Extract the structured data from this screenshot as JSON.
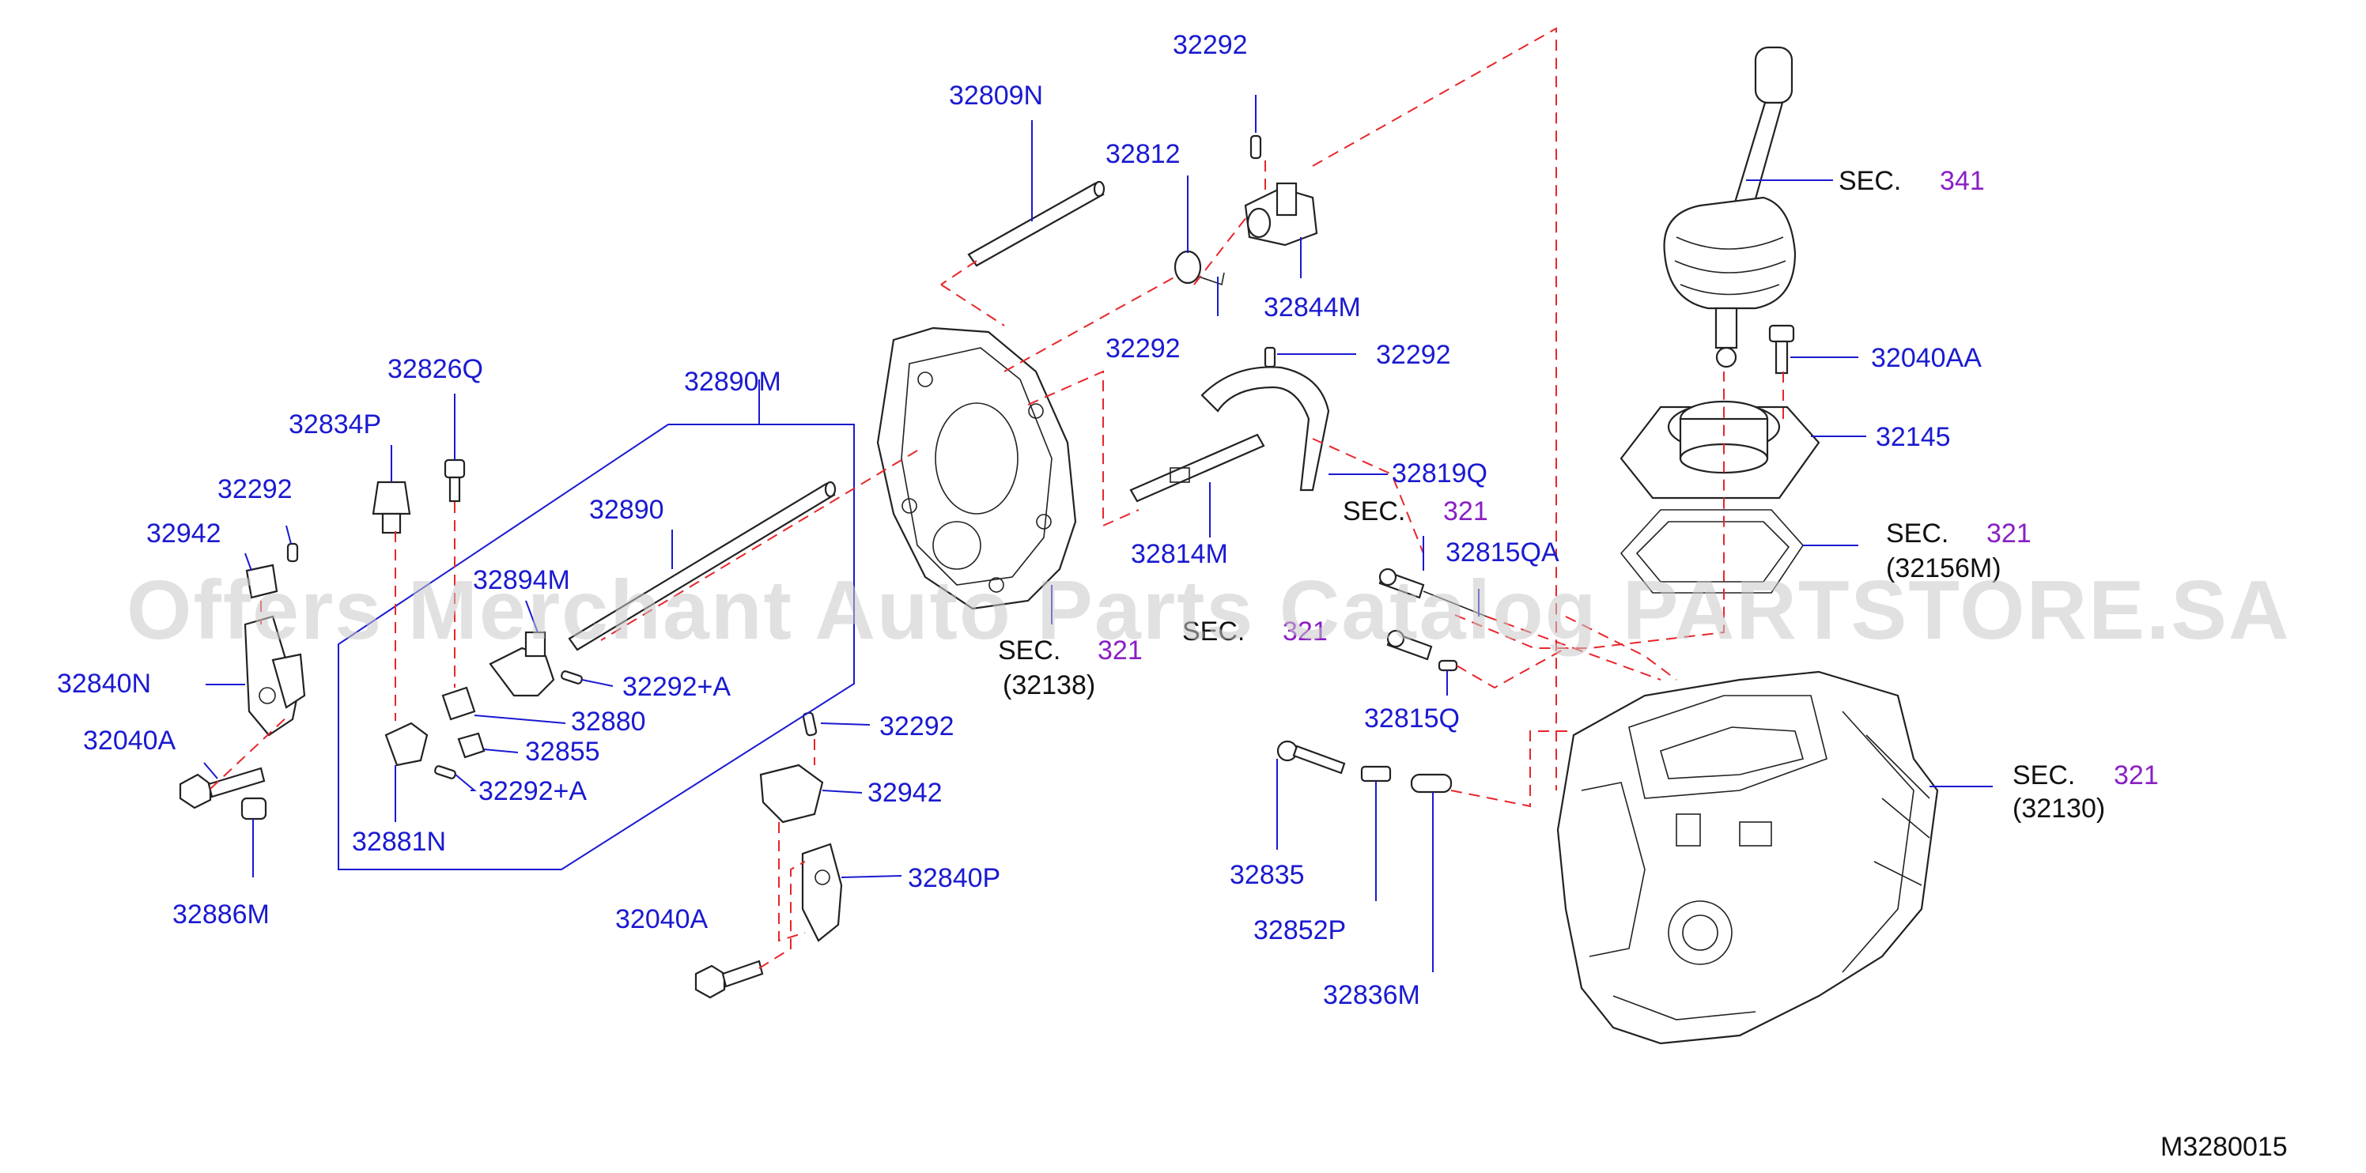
{
  "watermark": "Offers Merchant Auto Parts Catalog PARTSTORE.SA",
  "diagram_code": "M3280015",
  "callouts": {
    "c32809N": "32809N",
    "c32292_top": "32292",
    "c32812": "32812",
    "c32844M": "32844M",
    "c32292_mid": "32292",
    "c32292_fork": "32292",
    "c32890M": "32890M",
    "c32826Q": "32826Q",
    "c32834P": "32834P",
    "c32292_left": "32292",
    "c32942_left": "32942",
    "c32890": "32890",
    "c32894M": "32894M",
    "c32292A_1": "32292+A",
    "c32880": "32880",
    "c32855": "32855",
    "c32292A_2": "32292+A",
    "c32881N": "32881N",
    "c32840N": "32840N",
    "c32040A_left": "32040A",
    "c32886M": "32886M",
    "c32292_lower": "32292",
    "c32942_lower": "32942",
    "c32840P": "32840P",
    "c32040A_lower": "32040A",
    "c32819Q": "32819Q",
    "c32814M": "32814M",
    "c32815QA": "32815QA",
    "c32815Q": "32815Q",
    "c32835": "32835",
    "c32852P": "32852P",
    "c32836M": "32836M",
    "c32040AA": "32040AA",
    "c32145": "32145"
  },
  "sections": {
    "sec_word": "SEC.",
    "s341": {
      "num": "341"
    },
    "s321_gasket": {
      "num": "321",
      "ref": "(32156M)"
    },
    "s321_case": {
      "num": "321",
      "ref": "(32130)"
    },
    "s321_plate": {
      "num": "321",
      "ref": "(32138)"
    },
    "s321_mid": {
      "num": "321"
    },
    "s321_mid2": {
      "num": "321"
    }
  }
}
